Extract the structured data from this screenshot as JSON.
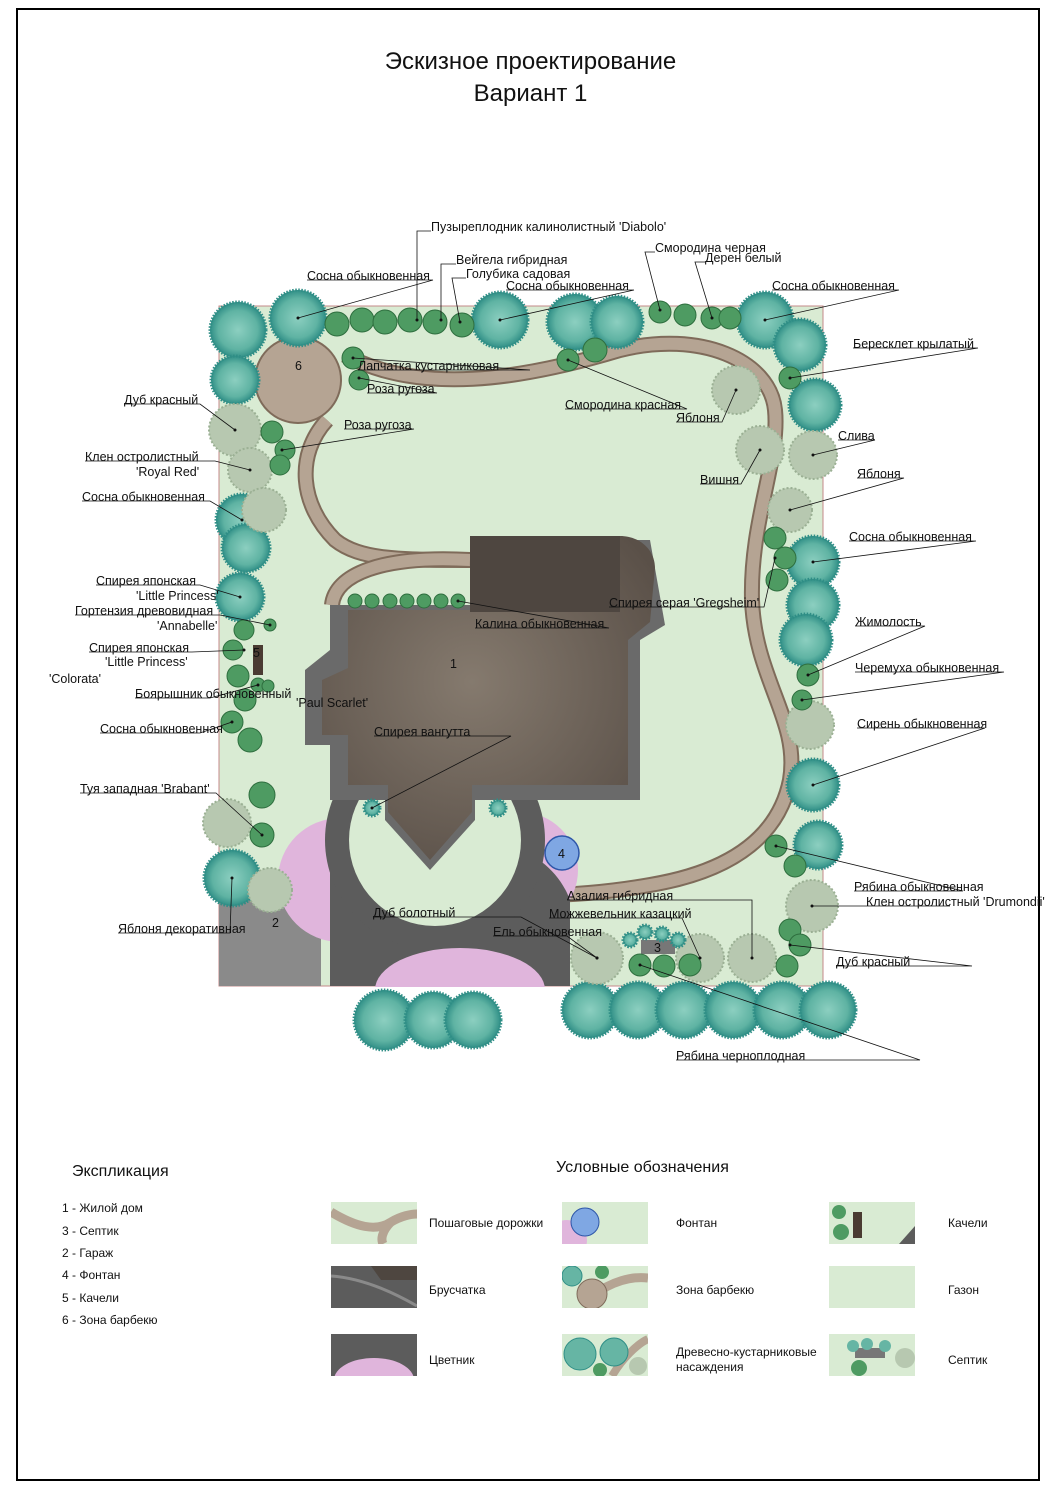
{
  "header": {
    "title_line1": "Эскизное проектирование",
    "title_line2": "Вариант 1"
  },
  "colors": {
    "lawn": "#d9ebd3",
    "path": "#b5a493",
    "path_edge": "#7f6b5a",
    "paving": "#5c5c5c",
    "roof": "#6e6358",
    "flowerbed": "#e0b5dc",
    "fountain": "#7fa7e3",
    "conifer": "#66b5a4",
    "conifer_edge": "#2f8e86",
    "shrub": "#4e9b62",
    "deciduous": "#b7c8b0"
  },
  "zones": {
    "house": "1",
    "garage": "2",
    "septic": "3",
    "fountain": "4",
    "swing": "5",
    "bbq": "6"
  },
  "plant_labels": [
    "Пузыреплодник калинолистный 'Diabolo'",
    "Вейгела гибридная",
    "Голубика садовая",
    "Смородина черная",
    "Дерен белый",
    "Сосна обыкновенная",
    "Сосна обыкновенная",
    "Сосна обыкновенная",
    "Лапчатка кустарниковая",
    "Роза ругоза",
    "Смородина красная",
    "Бересклет крылатый",
    "Яблоня",
    "Дуб красный",
    "Роза ругоза",
    "Слива",
    "Клен остролистный",
    "'Royal Red'",
    "Вишня",
    "Яблоня",
    "Сосна обыкновенная",
    "Сосна обыкновенная",
    "Спирея японская",
    "'Little Princess'",
    "Спирея серая 'Gregsheim'",
    "Гортензия древовидная",
    "'Annabelle'",
    "Калина обыкновенная",
    "Жимолость",
    "Спирея японская",
    "'Little Princess'",
    "Черемуха обыкновенная",
    "'Colorata'",
    "Боярышник обыкновенный",
    "'Paul Scarlet'",
    "Сирень обыкновенная",
    "Сосна обыкновенная",
    "Спирея вангутта",
    "Туя западная 'Brabant'",
    "Рябина обыкновенная",
    "Азалия гибридная",
    "Клен остролистный 'Drumondii'",
    "Дуб болотный",
    "Можжевельник казацкий",
    "Яблоня декоративная",
    "Ель обыкновенная",
    "Дуб красный",
    "Рябина черноплодная",
    "Пузыреплодник калинолистный 'Diabolo'"
  ],
  "explication": {
    "title": "Экспликация",
    "items": [
      "1 - Жилой дом",
      "2 - Гараж",
      "3 - Септик",
      "4 - Фонтан",
      "5 - Качели",
      "6 - Зона барбекю"
    ]
  },
  "legend": {
    "title": "Условные обозначения",
    "items": [
      {
        "label": "Пошаговые дорожки",
        "icon": "stepping-path"
      },
      {
        "label": "Фонтан",
        "icon": "fountain"
      },
      {
        "label": "Качели",
        "icon": "swing"
      },
      {
        "label": "Брусчатка",
        "icon": "paving"
      },
      {
        "label": "Зона барбекю",
        "icon": "bbq"
      },
      {
        "label": "Газон",
        "icon": "lawn"
      },
      {
        "label": "Цветник",
        "icon": "flowerbed"
      },
      {
        "label": "Древесно-кустарниковые насаждения",
        "icon": "planting"
      },
      {
        "label": "Септик",
        "icon": "septic"
      }
    ]
  }
}
